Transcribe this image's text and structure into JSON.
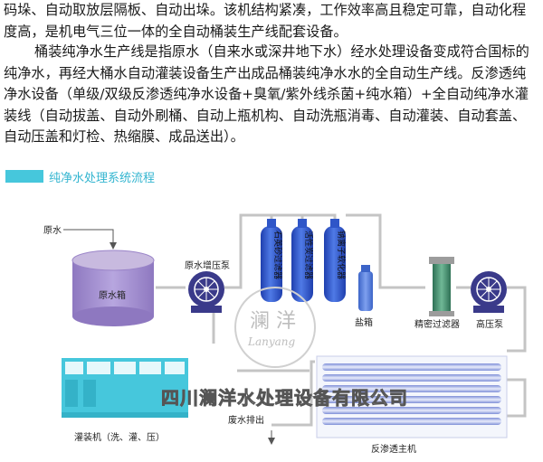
{
  "intro": {
    "para1": "码垛、自动取放层隔板、自动出垛。该机结构紧凑，工作效率高且稳定可靠，自动化程度高，是机电气三位一体的全自动桶装生产线配套设备。",
    "para2": "桶装纯净水生产线是指原水（自来水或深井地下水）经水处理设备变成符合国标的纯净水，再经大桶水自动灌装设备生产出成品桶装纯净水水的全自动生产线。反渗透纯净水设备（单级/双级反渗透纯净水设备+臭氧/紫外线杀菌+纯水箱）+全自动纯净水灌装线（自动拔盖、自动外刷桶、自动上瓶机构、自动洗瓶消毒、自动灌装、自动套盖、自动压盖和灯检、热缩膜、成品送出）。"
  },
  "section": {
    "title": "纯净水处理系统流程"
  },
  "diagram": {
    "labels": {
      "raw_water": "原水",
      "raw_tank": "原水箱",
      "booster_pump": "原水增压泵",
      "quartz_filter": "石英砂过滤器",
      "carbon_filter": "活性炭过滤器",
      "softener": "钠离子软化器",
      "salt_box": "盐箱",
      "precision_filter": "精密过滤器",
      "high_pressure_pump": "高压泵",
      "filling_machine": "灌装机（洗、灌、压）",
      "wastewater": "废水排出",
      "ro_unit": "反渗透主机"
    },
    "logo": {
      "chars": "澜 洋",
      "latin": "Lanyang"
    }
  },
  "watermark": "四川澜洋水处理设备有限公司",
  "colors": {
    "accent": "#46c7dc",
    "vessel_blue": "#2f56c8",
    "tank_purple": "#9a84c8",
    "pump_purple": "#3a3a8a",
    "pipe": "#c2c2c2",
    "precision_green": "#3b8a6a",
    "filling_cyan": "#46c7dc"
  }
}
